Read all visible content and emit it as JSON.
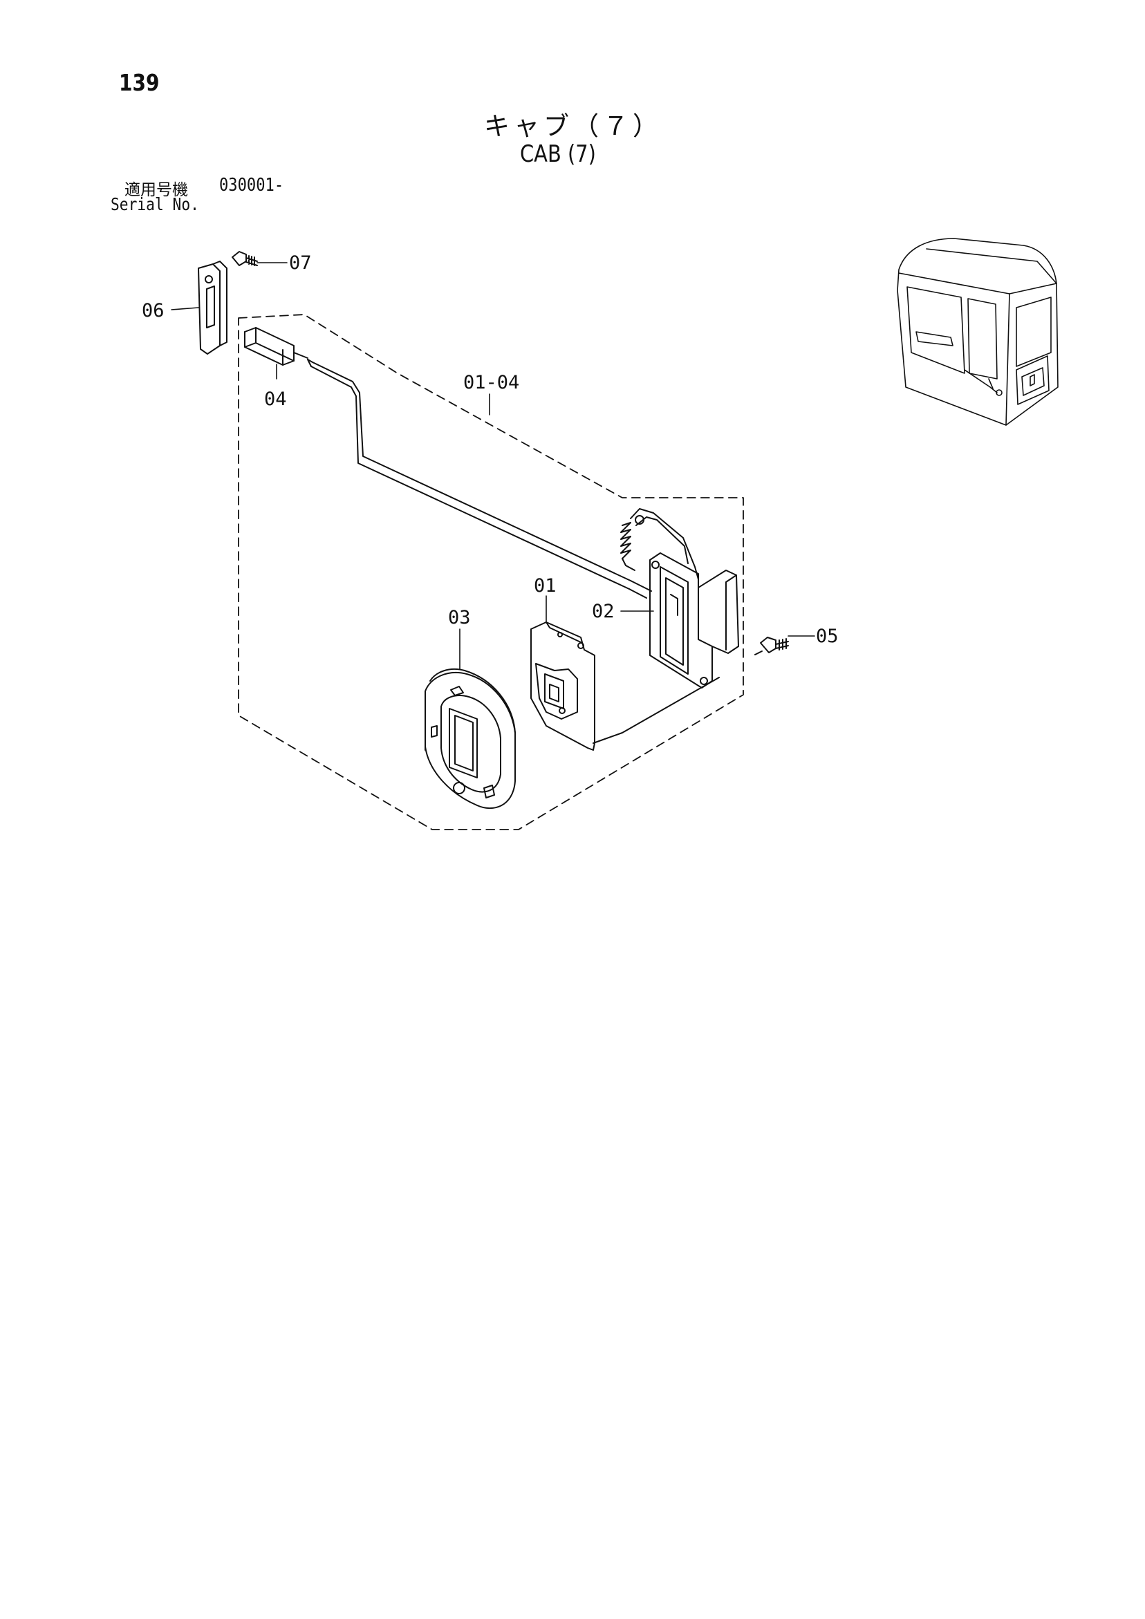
{
  "header": {
    "page_number": "139",
    "title_jp": "キャブ（７）",
    "title_en": "CAB (7)",
    "serial_label_jp": "適用号機",
    "serial_range": "030001-",
    "serial_label_en": "Serial No."
  },
  "callouts": {
    "c07": "07",
    "c06": "06",
    "c04": "04",
    "c0104": "01-04",
    "c01": "01",
    "c02": "02",
    "c03": "03",
    "c05": "05"
  }
}
